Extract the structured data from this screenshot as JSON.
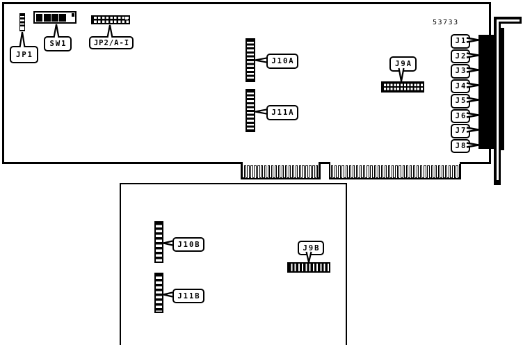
{
  "part_number": "53733",
  "main_board": {
    "jumpers": {
      "jp1": {
        "label": "JP1"
      },
      "sw1": {
        "label": "SW1",
        "positions": [
          "on",
          "on",
          "on",
          "on",
          "off"
        ]
      },
      "jp2": {
        "label": "JP2/A-I"
      }
    },
    "connectors": {
      "j10a": {
        "label": "J10A"
      },
      "j11a": {
        "label": "J11A"
      },
      "j9a": {
        "label": "J9A"
      },
      "rear": [
        "J1",
        "J2",
        "J3",
        "J4",
        "J5",
        "J6",
        "J7",
        "J8"
      ]
    },
    "edge_connector": {
      "finger_groups": [
        22,
        36
      ]
    }
  },
  "daughter_board": {
    "connectors": {
      "j10b": {
        "label": "J10B"
      },
      "j11b": {
        "label": "J11B"
      },
      "j9b": {
        "label": "J9B"
      }
    }
  }
}
